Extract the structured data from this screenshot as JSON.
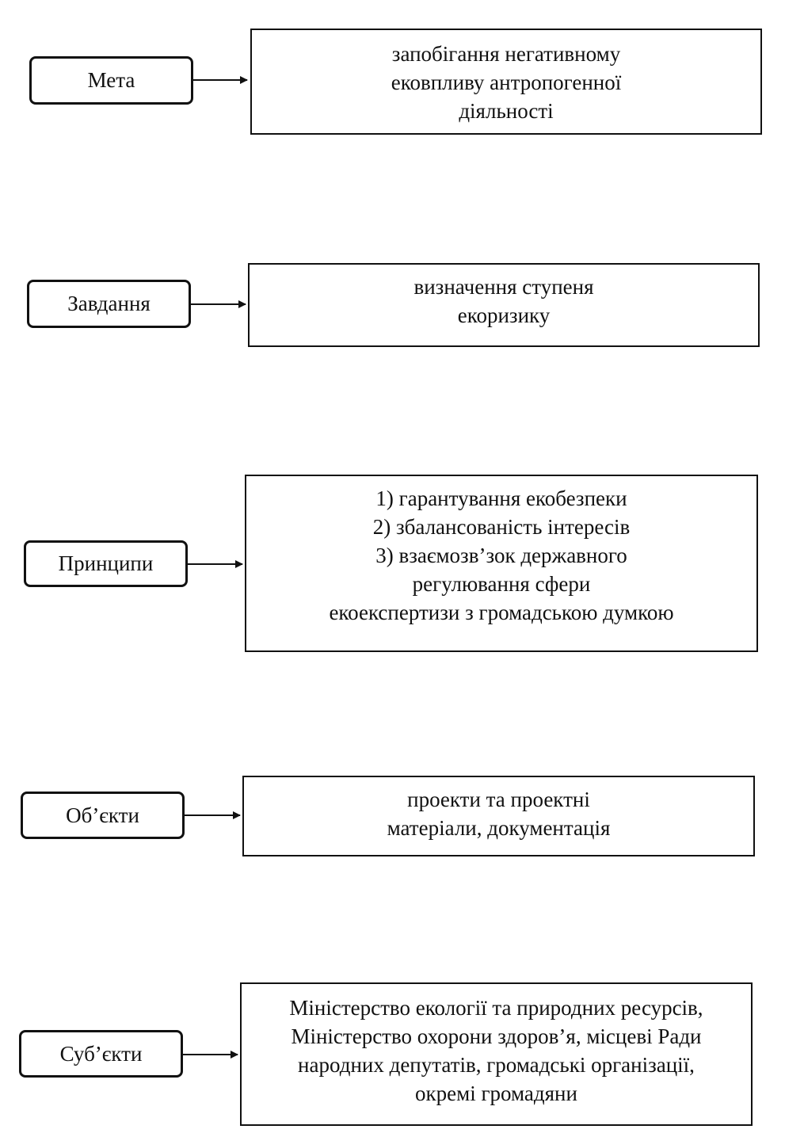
{
  "rows": [
    {
      "label": "Мета",
      "lines": [
        "запобігання негативному",
        "ековпливу антропогенної",
        "діяльності"
      ]
    },
    {
      "label": "Завдання",
      "lines": [
        "визначення ступеня",
        "екоризику"
      ]
    },
    {
      "label": "Принципи",
      "lines": [
        "1) гарантування екобезпеки",
        "2) збалансованість інтересів",
        "3) взаємозв’зок державного",
        "регулювання сфери",
        "екоекспертизи з громадською думкою"
      ]
    },
    {
      "label": "Об’єкти",
      "lines": [
        "проекти та проектні",
        "матеріали, документація"
      ]
    },
    {
      "label": "Суб’єкти",
      "lines": [
        "Міністерство екології та природних ресурсів,",
        "Міністерство охорони здоров’я,  місцеві Ради",
        "народних депутатів,  громадські організації,",
        "окремі громадяни"
      ]
    }
  ],
  "colors": {
    "line": "#111111",
    "background": "#ffffff"
  }
}
